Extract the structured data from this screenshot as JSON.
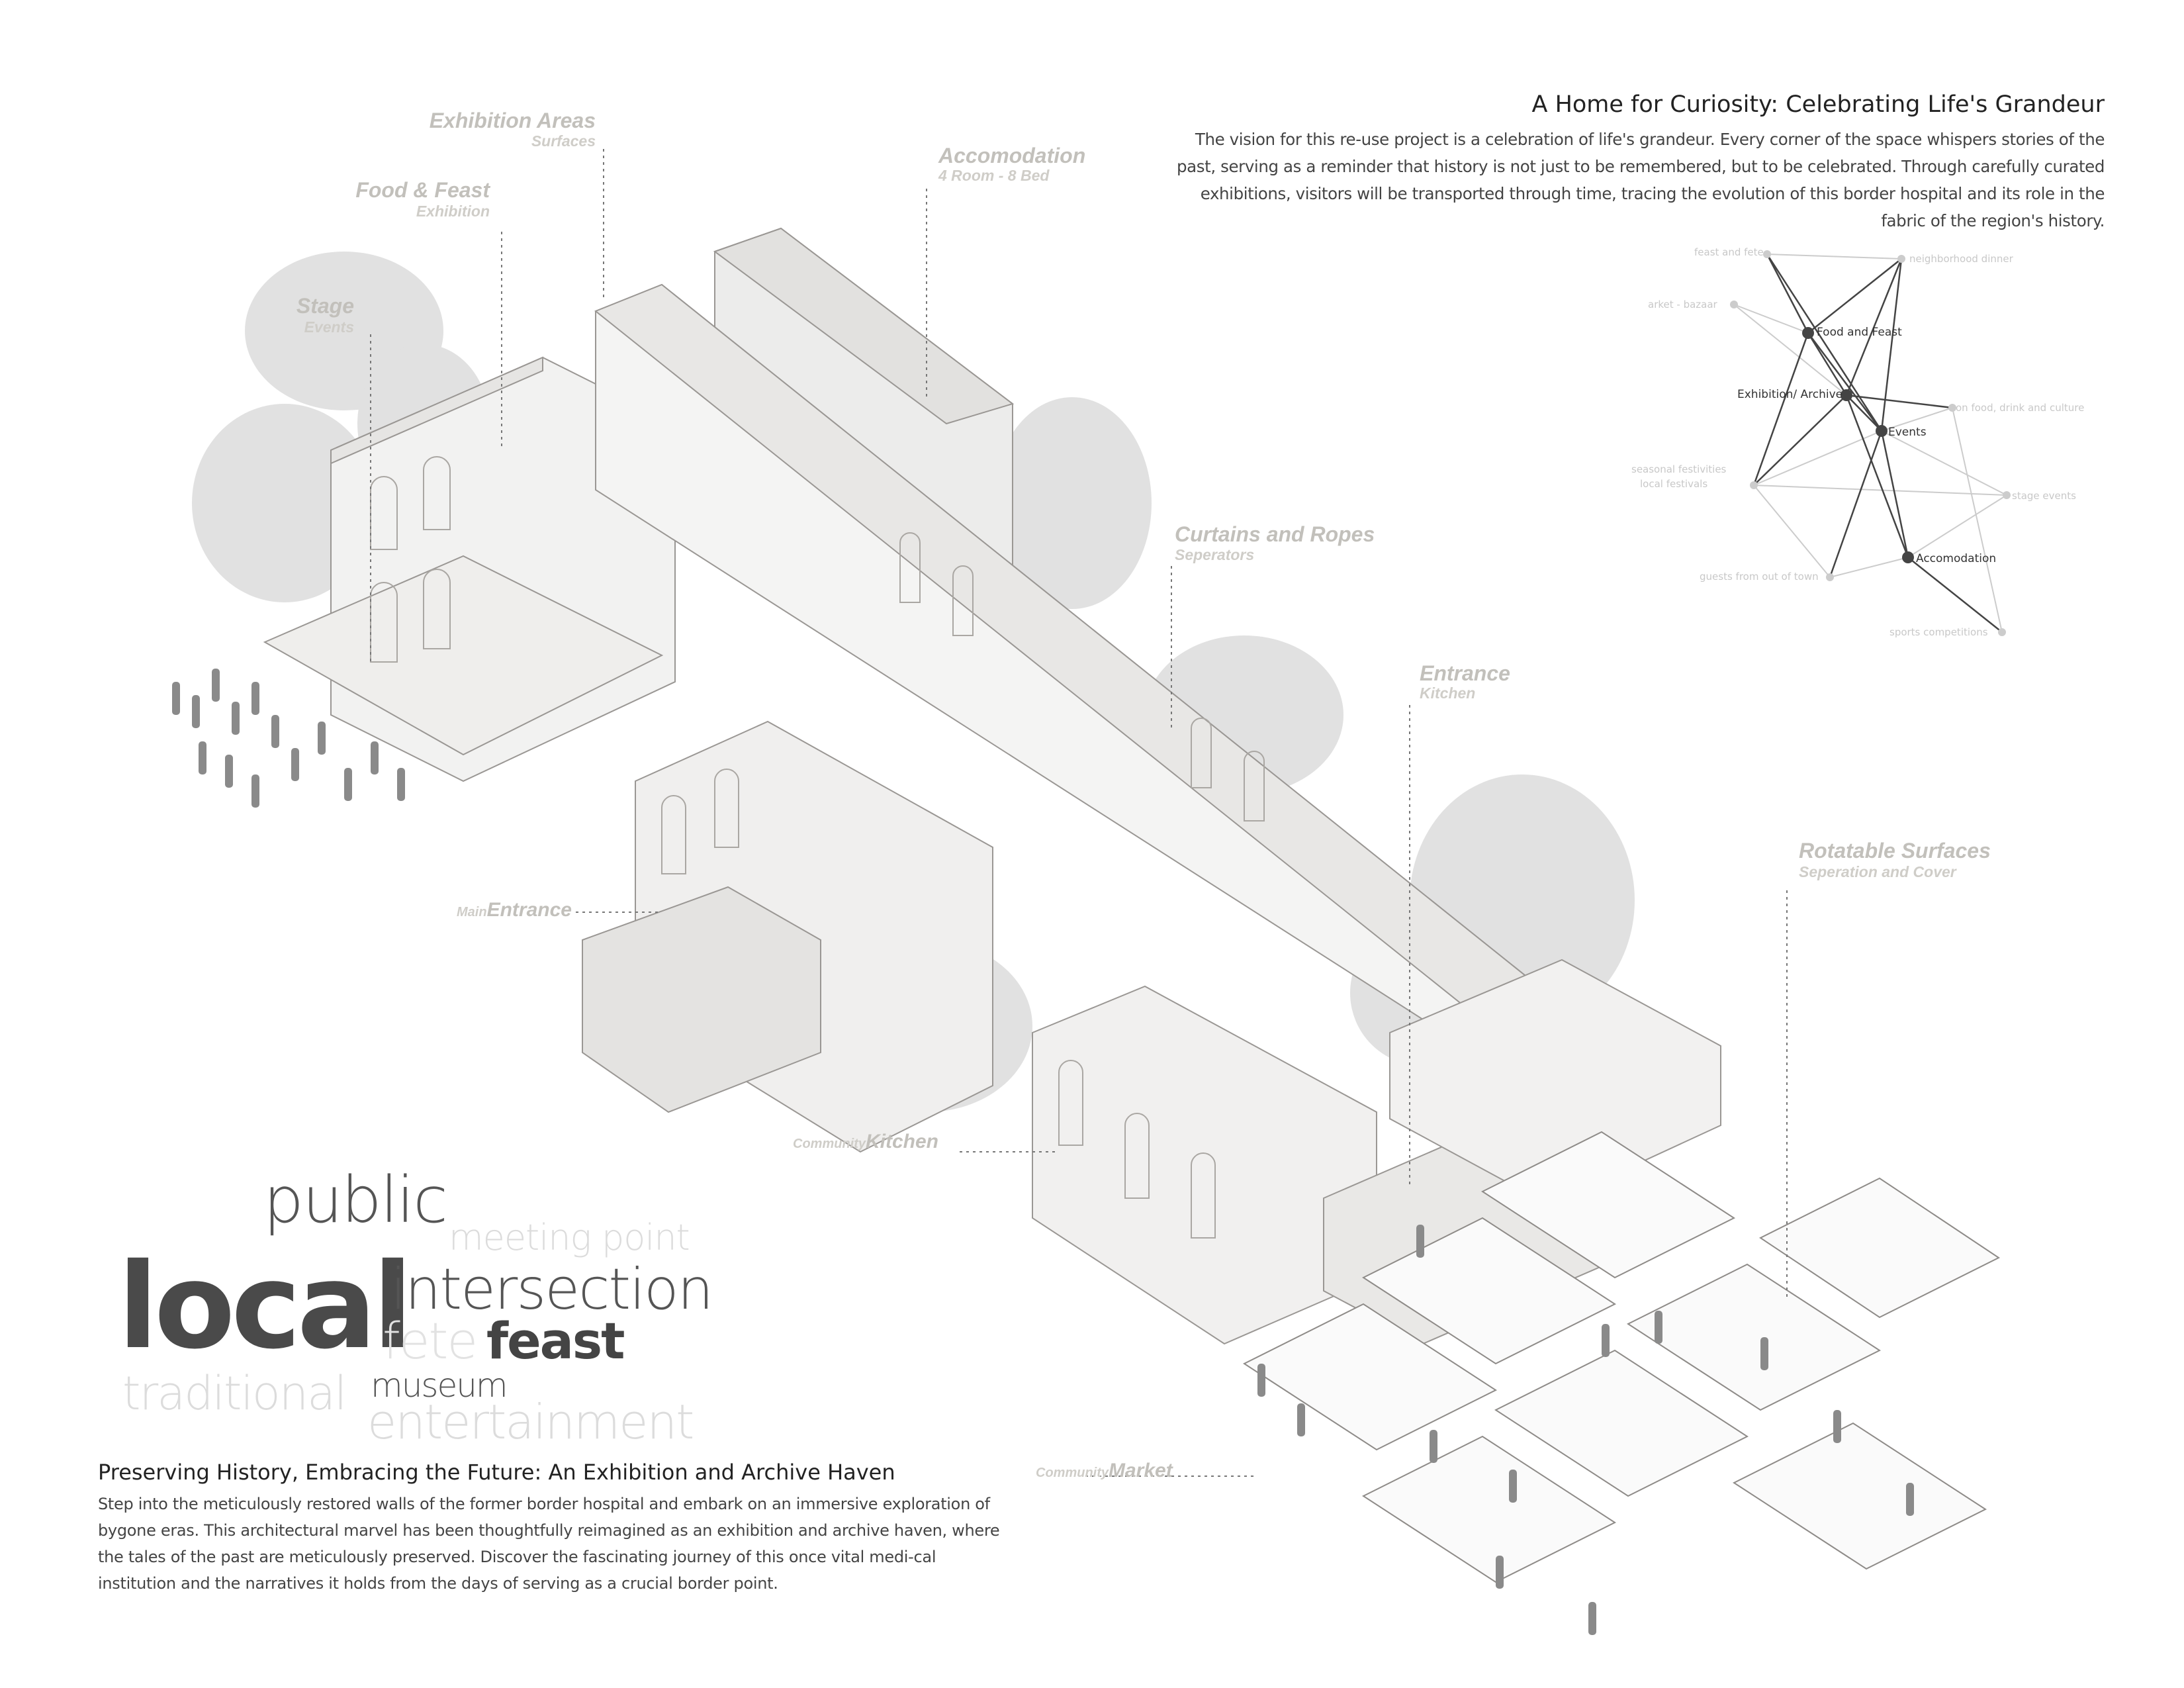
{
  "header": {
    "title": "A Home for Curiosity: Celebrating Life's Grandeur",
    "paragraph": "The vision for this re-use project is a celebration of life's grandeur. Every corner of the space whispers stories of the past, serving as a reminder that history is not just to be remembered, but to be celebrated. Through carefully curated exhibitions, visitors will be transported through time, tracing the evolution of this border hospital and its role in the fabric of the region's history."
  },
  "footer": {
    "title": "Preserving History, Embracing the Future: An Exhibition and Archive Haven",
    "paragraph": "Step into the meticulously restored walls of the former border hospital and embark on an immersive exploration of bygone eras. This architectural marvel has been thoughtfully reimagined as an exhibition and archive haven, where the tales of the past are meticulously preserved. Discover the fascinating journey of this once vital medi-cal institution and the narratives it holds from the days of serving as a crucial border point."
  },
  "labels": {
    "exhibition_areas": {
      "main": "Exhibition Areas",
      "sub": "Surfaces"
    },
    "food_feast": {
      "main": "Food & Feast",
      "sub": "Exhibition"
    },
    "stage": {
      "main": "Stage",
      "sub": "Events"
    },
    "accomodation": {
      "main": "Accomodation",
      "sub": "4 Room - 8 Bed"
    },
    "curtains": {
      "main": "Curtains and Ropes",
      "sub": "Seperators"
    },
    "entrance_kitchen": {
      "main": "Entrance",
      "sub": "Kitchen"
    },
    "rotatable": {
      "main": "Rotatable Surfaces",
      "sub": "Seperation and Cover"
    },
    "main_entrance": {
      "pre": "Main",
      "main": "Entrance"
    },
    "community_kitchen": {
      "pre": "Community",
      "main": "Kitchen"
    },
    "community_market": {
      "pre": "Community",
      "main": "Market"
    }
  },
  "word_cloud": {
    "public": "public",
    "meeting_point": "meeting point",
    "local": "local",
    "intersection": "intersection",
    "fete": "fete",
    "feast": "feast",
    "traditional": "traditional",
    "museum": "museum",
    "entertainment": "entertainment"
  },
  "network": {
    "main_nodes": {
      "food_and_feast": "Food and Feast",
      "exhibition_archive": "Exhibition/ Archive",
      "events": "Events",
      "accomodation": "Accomodation"
    },
    "faint_nodes": {
      "feast_and_fete": "feast and fete",
      "neighborhood_dinner": "neighborhood dinner",
      "bazaar": "arket - bazaar",
      "food_drink_culture": "on food, drink and culture",
      "seasonal_festivities": "seasonal festivities",
      "local_festivals": "local festivals",
      "stage_events": "stage events",
      "guests": "guests from out of town",
      "sports": "sports competitions"
    },
    "colors": {
      "main": "#444444",
      "faint": "#cccccc"
    }
  }
}
